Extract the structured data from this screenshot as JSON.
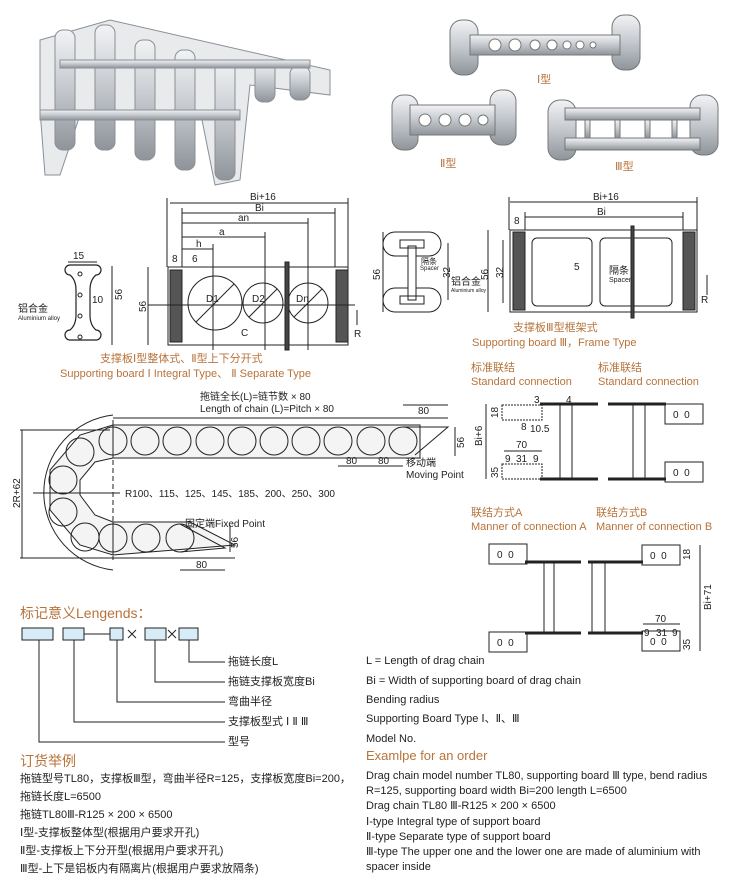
{
  "photos": {
    "type1_label": "Ⅰ型",
    "type2_label": "Ⅱ型",
    "type3_label": "Ⅲ型"
  },
  "board12": {
    "title_cn": "支撑板Ⅰ型整体式、Ⅱ型上下分开式",
    "title_en": "Supporting board  Ⅰ Integral Type、 Ⅱ Separate Type",
    "alloy_cn": "铝合金",
    "alloy_en": "Aluminium alloy",
    "dims": {
      "w15": "15",
      "w10": "10",
      "h56a": "56",
      "h56b": "56",
      "bi16": "Bi+16",
      "bi": "Bi",
      "an": "an",
      "a": "a",
      "h": "h",
      "e8": "8",
      "e6": "6",
      "d1": "D1",
      "d2": "D2",
      "dn": "Dn",
      "c": "C",
      "r": "R"
    }
  },
  "board3": {
    "title_cn": "支撑板Ⅲ型框架式",
    "title_en": "Supporting board Ⅲ，Frame Type",
    "spacer_cn": "隔条",
    "spacer_en": "Spacer",
    "alloy_cn": "铝合金",
    "alloy_en": "Aluminium alloy",
    "dims": {
      "h56a": "56",
      "h32a": "32",
      "h56b": "56",
      "h32b": "32",
      "bi16": "Bi+16",
      "bi": "Bi",
      "e8": "8",
      "e5": "5",
      "r": "R"
    }
  },
  "chain": {
    "length_cn": "拖链全长(L)=链节数 × 80",
    "length_en": "Length of chain (L)=Pitch × 80",
    "radii": "R100、115、125、145、185、200、250、300",
    "moving_cn": "移动端",
    "moving_en": "Moving Point",
    "fixed": "固定端Fixed Point",
    "height": "2R+62",
    "dims": {
      "top80": "80",
      "right56": "56",
      "p80a": "80",
      "p80b": "80",
      "low56": "56",
      "low80": "80"
    }
  },
  "connections": {
    "standard_cn": "标准联结",
    "standard_en": "Standard connection",
    "a_cn": "联结方式A",
    "a_en": "Manner of connection A",
    "b_cn": "联结方式B",
    "b_en": "Manner of connection B",
    "dims": {
      "bi6": "Bi+6",
      "d18": "18",
      "d3": "3",
      "d4": "4",
      "d8": "8",
      "d105": "10.5",
      "d70": "70",
      "d9": "9",
      "d31": "31",
      "d35": "35",
      "bi71": "Bi+71",
      "holes": "0  0"
    }
  },
  "legend": {
    "title": "标记意义Lengends：",
    "items": [
      "拖链长度L",
      "拖链支撑板宽度Bi",
      "弯曲半径",
      "支撑板型式 Ⅰ Ⅱ Ⅲ",
      "型号"
    ]
  },
  "order_cn": {
    "title": "订货举例",
    "lines": [
      "拖链型号TL80，支撑板Ⅲ型，弯曲半径R=125，支撑板宽度Bi=200，",
      "拖链长度L=6500",
      "拖链TL80Ⅲ-R125 × 200 × 6500",
      "Ⅰ型-支撑板整体型(根据用户要求开孔)",
      "Ⅱ型-支撑板上下分开型(根据用户要求开孔)",
      "Ⅲ型-上下是铝板内有隔离片(根据用户要求放隔条)"
    ]
  },
  "legend_en": [
    "L = Length of drag chain",
    "Bi = Width of supporting board of drag chain",
    "Bending radius",
    "Supporting Board Type Ⅰ、Ⅱ、Ⅲ",
    "Model No."
  ],
  "order_en": {
    "title": "Examlpe for an order",
    "lines": [
      "Drag chain model number TL80, supporting board Ⅲ type, bend radius",
      "R=125, supporting board width Bi=200 length L=6500",
      "Drag chain TL80 Ⅲ-R125 × 200 × 6500",
      "Ⅰ-type Integral type of support board",
      "Ⅱ-type Separate type of support board",
      "Ⅲ-type The upper one and the lower one are made of aluminium with",
      "spacer inside"
    ]
  },
  "colors": {
    "accent": "#b8733a",
    "text": "#222222",
    "legend_box": "#d8ecf8"
  }
}
